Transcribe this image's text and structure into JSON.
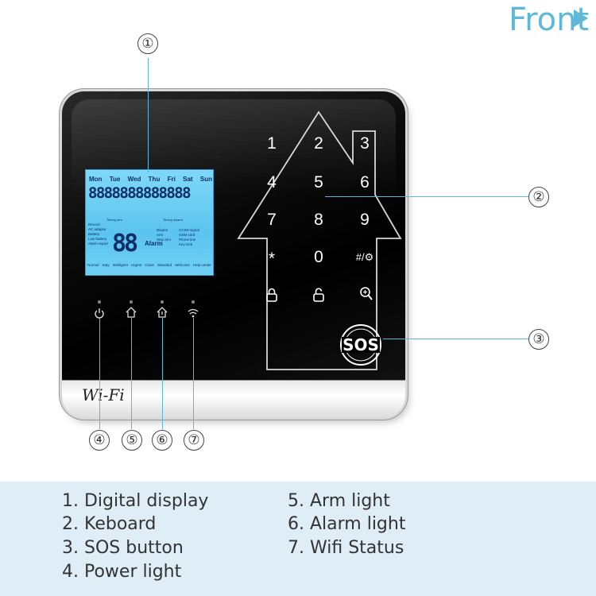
{
  "heading": {
    "title": "Front"
  },
  "device": {
    "brand": "Wi-Fi",
    "lcd": {
      "days": [
        "Mon",
        "Tue",
        "Wed",
        "Thu",
        "Fri",
        "Sat",
        "Sun"
      ],
      "digits": "8888888888888",
      "timing_left": "Timing arm",
      "timing_right": "Timing disarm",
      "left_labels": [
        "Record",
        "AC adaptor",
        "Battery",
        "Low battery",
        "Alarm report"
      ],
      "big_digits": "88",
      "alarm_label": "Alarm",
      "mid_labels": [
        "Disarm",
        "Arm",
        "Stay arm"
      ],
      "right_labels": [
        "CCSD signal",
        "GSM card",
        "Phone line",
        "Key lock"
      ],
      "modes": [
        "Normal",
        "Stay",
        "Intelligent",
        "Urgent",
        "Close",
        "Standard",
        "Welcome",
        "Help center"
      ]
    },
    "keypad": {
      "keys": [
        "1",
        "2",
        "3",
        "4",
        "5",
        "6",
        "7",
        "8",
        "9",
        "*",
        "0",
        "#/⚙",
        "🔒",
        "🔓",
        "🔍"
      ],
      "sos_label": "SOS"
    },
    "indicators": [
      {
        "name": "power",
        "icon": "power-icon"
      },
      {
        "name": "arm",
        "icon": "home-icon"
      },
      {
        "name": "alarm",
        "icon": "alarm-icon"
      },
      {
        "name": "wifi",
        "icon": "wifi-icon"
      }
    ]
  },
  "callouts": [
    "①",
    "②",
    "③",
    "④",
    "⑤",
    "⑥",
    "⑦"
  ],
  "legend": {
    "left": [
      "1. Digital display",
      "2. Keboard",
      "3. SOS button",
      "4. Power light"
    ],
    "right": [
      "5. Arm light",
      "6. Alarm light",
      "7. Wifi Status"
    ]
  },
  "colors": {
    "accent": "#5fb8d8",
    "lcd": "#6fd0f5",
    "legend_bg": "#dfeef6"
  }
}
